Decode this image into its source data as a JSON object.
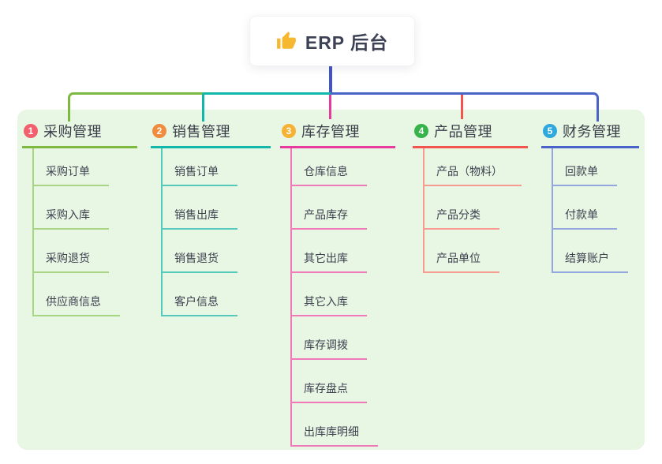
{
  "root": {
    "title": "ERP 后台",
    "icon": "thumbs-up"
  },
  "branches": [
    {
      "num": "1",
      "label": "采购管理",
      "badge_color": "#f25f6d",
      "line_color": "#7cb93e",
      "light_color": "#a9d483",
      "children": [
        "采购订单",
        "采购入库",
        "采购退货",
        "供应商信息"
      ]
    },
    {
      "num": "2",
      "label": "销售管理",
      "badge_color": "#f08c3e",
      "line_color": "#12b7aa",
      "light_color": "#56c9bd",
      "children": [
        "销售订单",
        "销售出库",
        "销售退货",
        "客户信息"
      ]
    },
    {
      "num": "3",
      "label": "库存管理",
      "badge_color": "#f6b234",
      "line_color": "#e83a9c",
      "light_color": "#f07ab7",
      "children": [
        "仓库信息",
        "产品库存",
        "其它出库",
        "其它入库",
        "库存调拨",
        "库存盘点",
        "出库库明细"
      ]
    },
    {
      "num": "4",
      "label": "产品管理",
      "badge_color": "#36b44a",
      "line_color": "#f4544e",
      "light_color": "#f79a90",
      "children": [
        "产品（物料）",
        "产品分类",
        "产品单位"
      ]
    },
    {
      "num": "5",
      "label": "财务管理",
      "badge_color": "#2fa8dd",
      "line_color": "#4a63c9",
      "light_color": "#93a7de",
      "children": [
        "回款单",
        "付款单",
        "结算账户"
      ]
    }
  ],
  "colors": {
    "panel_bg": "#e8f6e4",
    "root_line": "#4353c9",
    "bus_green": "#7cb93e",
    "bus_teal": "#12b7aa",
    "bus_blue": "#4a63c9",
    "drop_magenta": "#e83a9c",
    "drop_red": "#f4544e",
    "thumb_icon": "#f5b82e",
    "text": "#3e4250"
  }
}
